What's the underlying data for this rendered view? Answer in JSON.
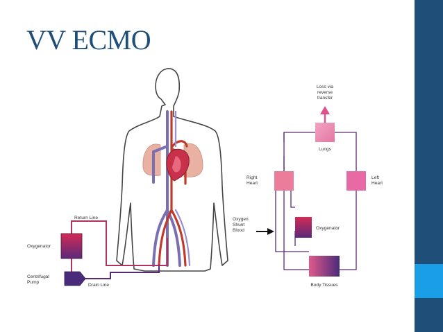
{
  "slide": {
    "title": "VV ECMO"
  },
  "body_diagram": {
    "labels": {
      "return_line": "Return Line",
      "oxygenator": "Oxygenator",
      "centrifugal_pump_1": "Centrifugal",
      "centrifugal_pump_2": "Pump",
      "drain_line": "Drain Line"
    }
  },
  "flow_diagram": {
    "labels": {
      "loss_1": "Loss via",
      "loss_2": "reverse",
      "loss_3": "transfer",
      "lungs": "Lungs",
      "right_heart_1": "Right",
      "right_heart_2": "Heart",
      "left_heart_1": "Left",
      "left_heart_2": "Heart",
      "shunt_1": "Oxygen",
      "shunt_2": "Shunt",
      "shunt_3": "Blood",
      "oxygenator": "Oxygenator",
      "body_tissues": "Body Tissues"
    }
  },
  "colors": {
    "title": "#1f4e79",
    "sidebar": "#1f4e79",
    "sidebar_accent": "#1a9fe6",
    "arterial": "#c0392b",
    "venous": "#7a6fb0",
    "flow_line": "#5b2a6e"
  }
}
